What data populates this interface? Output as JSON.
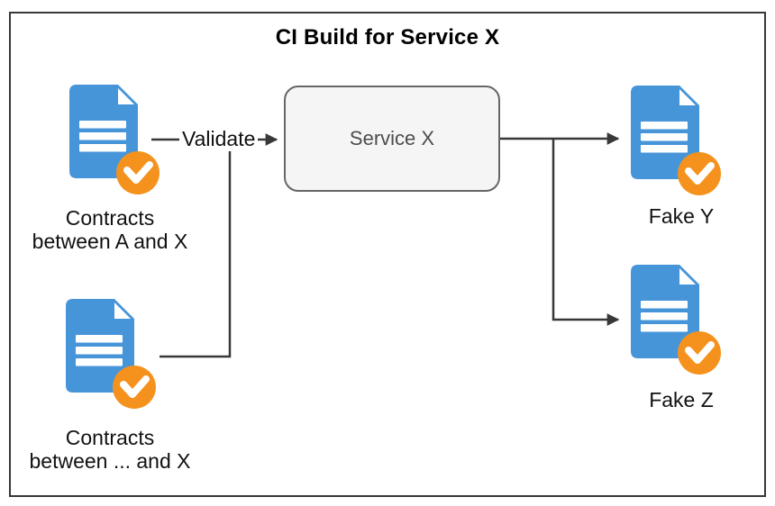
{
  "diagram": {
    "title": "CI Build for Service X",
    "nodes": {
      "contracts_ax": {
        "icon": "document-check-icon",
        "lines": [
          "Contracts",
          "between A and X"
        ]
      },
      "contracts_dots": {
        "icon": "document-check-icon",
        "lines": [
          "Contracts",
          "between ... and X"
        ]
      },
      "service_x": {
        "shape": "rounded-rectangle",
        "label": "Service X"
      },
      "fake_y": {
        "icon": "document-check-icon",
        "label": "Fake Y"
      },
      "fake_z": {
        "icon": "document-check-icon",
        "label": "Fake Z"
      }
    },
    "edges": [
      {
        "from": "contracts_ax",
        "to": "service_x",
        "label": "Validate",
        "arrow": true
      },
      {
        "from": "contracts_dots",
        "to": "service_x",
        "label": "",
        "arrow": false
      },
      {
        "from": "service_x",
        "to": "fake_y",
        "label": "",
        "arrow": true
      },
      {
        "from": "service_x",
        "to": "fake_z",
        "label": "",
        "arrow": true
      }
    ],
    "colors": {
      "document_blue": "#4795D9",
      "badge_orange": "#F5921D",
      "connector": "#383838",
      "frame_border": "#383838",
      "service_box_fill": "#F5F5F5",
      "service_box_border": "#666666",
      "service_text": "#4D4D4D",
      "label_text": "#111111"
    }
  }
}
